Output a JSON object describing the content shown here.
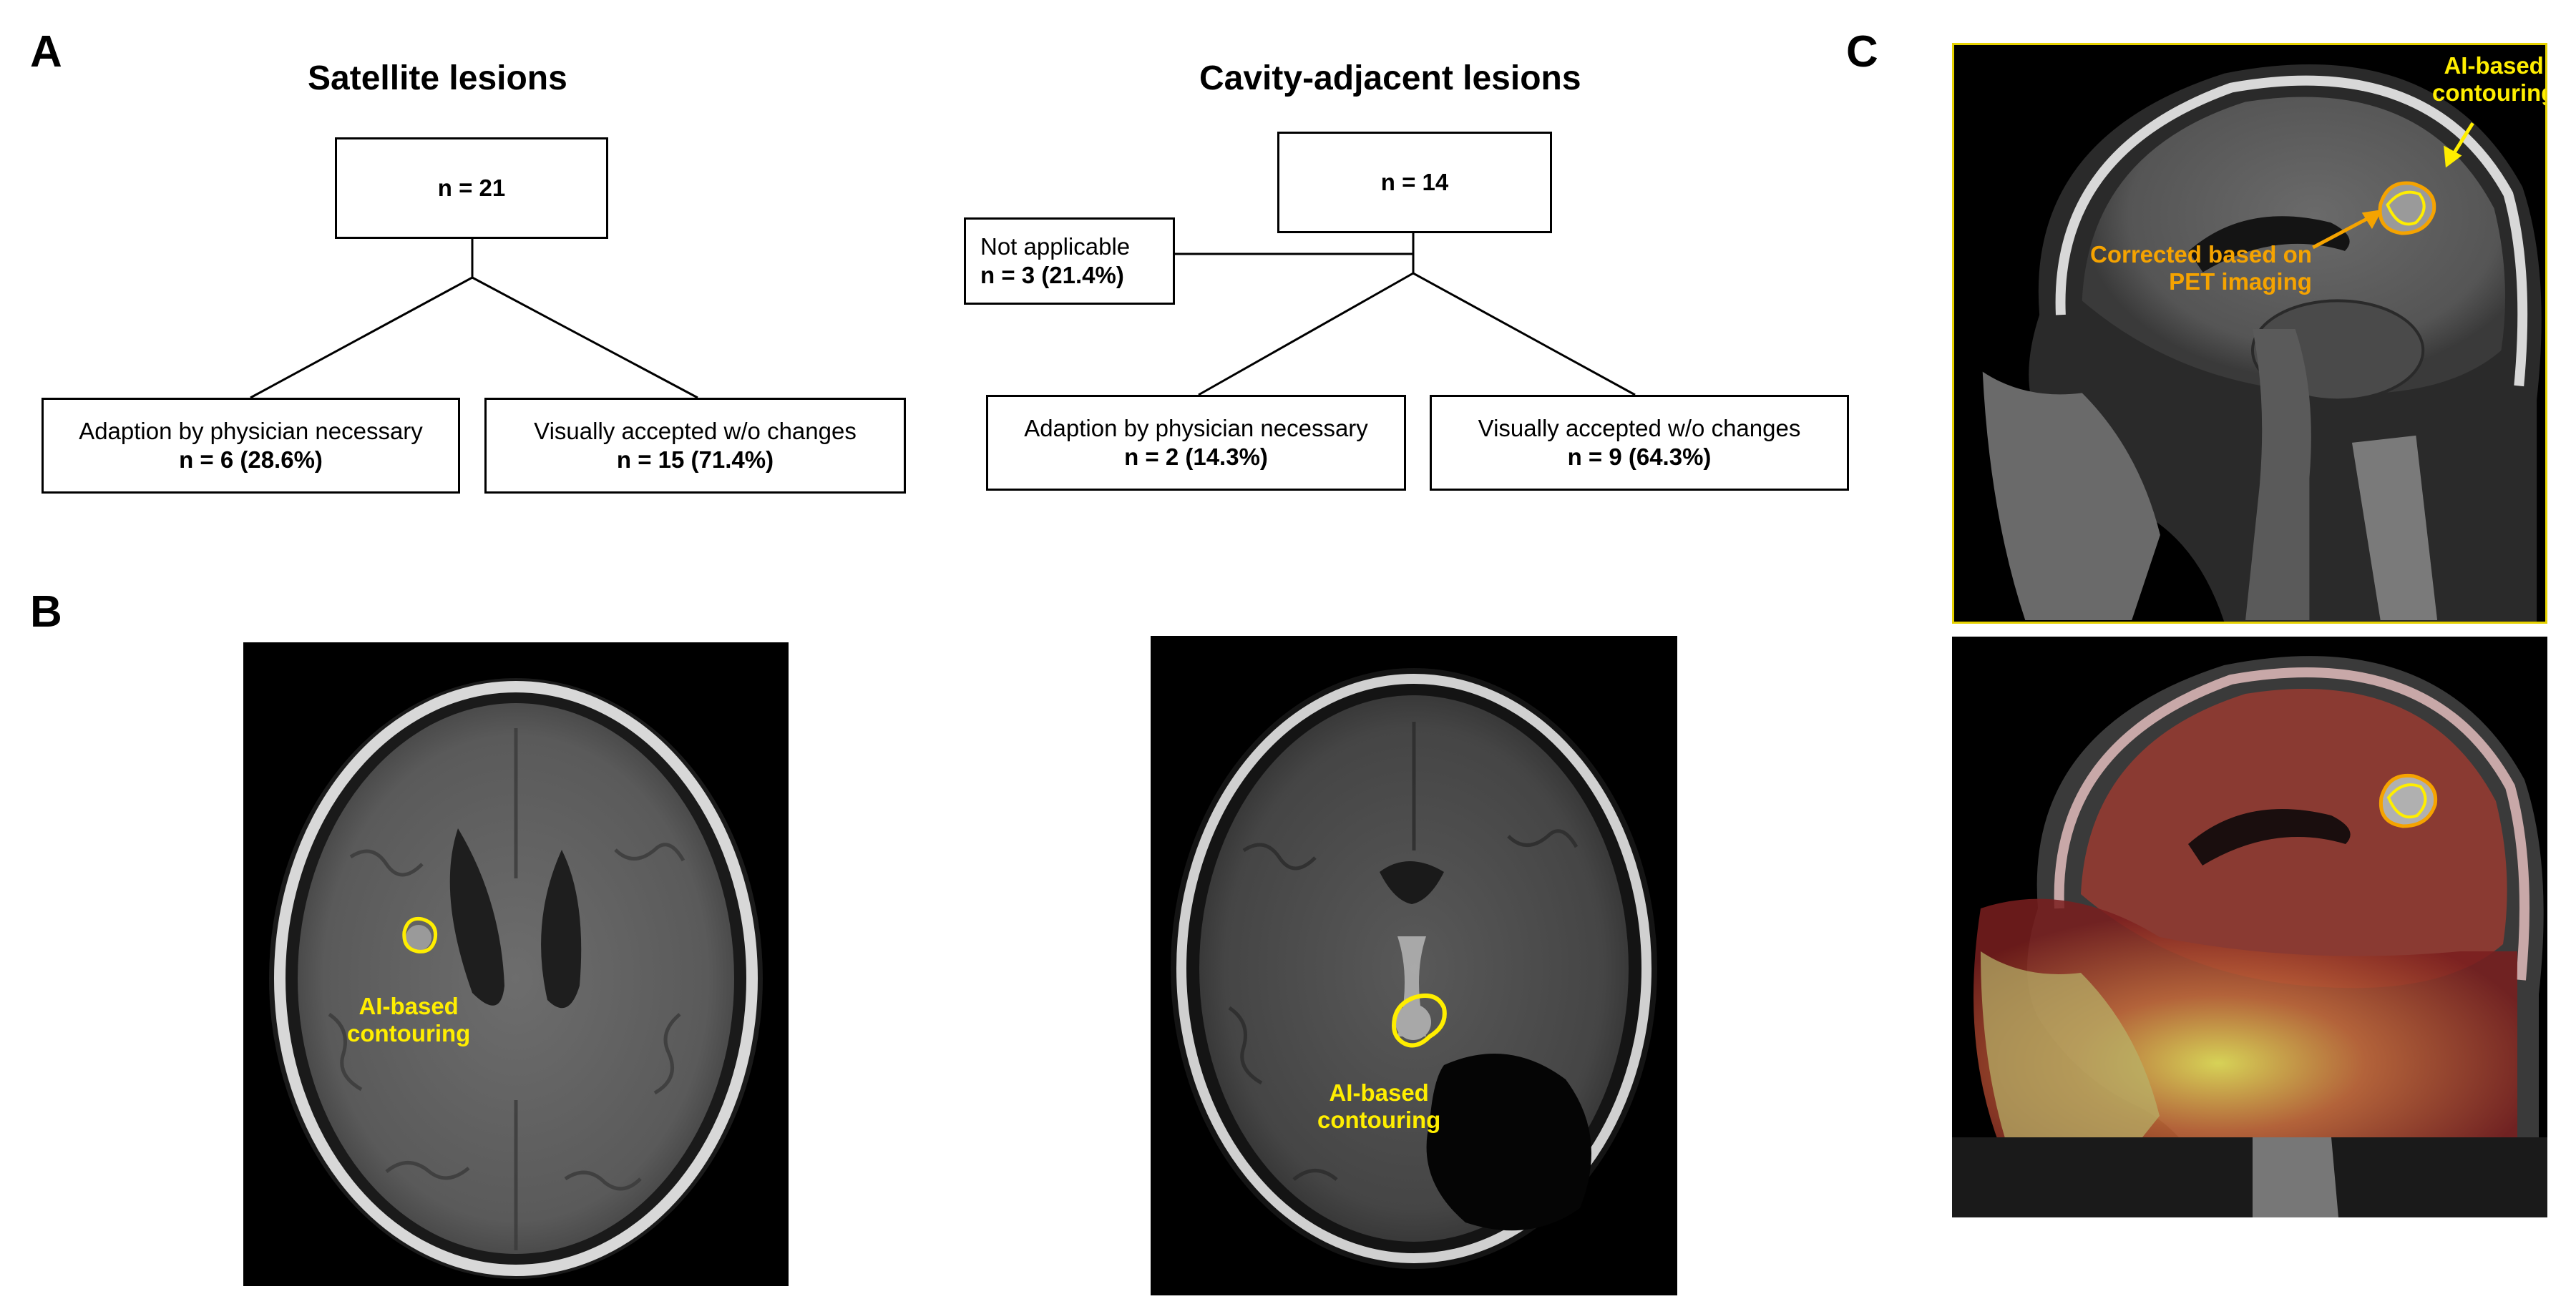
{
  "panel_labels": {
    "a": "A",
    "b": "B",
    "c": "C"
  },
  "satellite": {
    "title": "Satellite lesions",
    "root": "n = 21",
    "left_label": "Adaption by physician necessary",
    "left_value": "n = 6 (28.6%)",
    "right_label": "Visually accepted w/o changes",
    "right_value": "n = 15 (71.4%)"
  },
  "cavity": {
    "title": "Cavity-adjacent lesions",
    "root": "n = 14",
    "na_label": "Not applicable",
    "na_value": "n = 3 (21.4%)",
    "left_label": "Adaption by physician necessary",
    "left_value": "n = 2 (14.3%)",
    "right_label": "Visually accepted w/o changes",
    "right_value": "n = 9 (64.3%)"
  },
  "panel_b": {
    "left_annotation": [
      "AI-based",
      "contouring"
    ],
    "right_annotation": [
      "AI-based",
      "contouring"
    ]
  },
  "panel_c": {
    "ai_annotation": [
      "AI-based",
      "contouring"
    ],
    "corrected_annotation": [
      "Corrected based on",
      "PET imaging"
    ]
  },
  "colors": {
    "ai_contour": "#ffee00",
    "corrected_contour": "#f5a300",
    "frame_yellow": "#e6d200"
  }
}
